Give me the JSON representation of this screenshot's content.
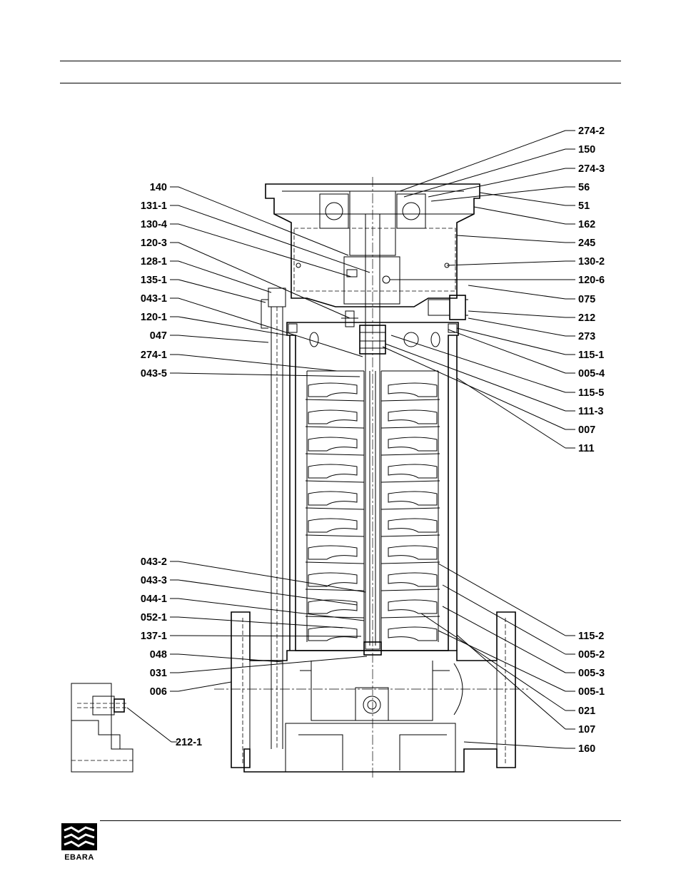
{
  "brand": {
    "logo_text": "EBARA"
  },
  "labels_left": [
    "140",
    "131-1",
    "130-4",
    "120-3",
    "128-1",
    "135-1",
    "043-1",
    "120-1",
    "047",
    "274-1",
    "043-5"
  ],
  "labels_left_lower": [
    "043-2",
    "043-3",
    "044-1",
    "052-1",
    "137-1",
    "048",
    "031",
    "006"
  ],
  "labels_right": [
    "274-2",
    "150",
    "274-3",
    "56",
    "51",
    "162",
    "245",
    "130-2",
    "120-6",
    "075",
    "212",
    "273",
    "115-1",
    "005-4",
    "115-5",
    "111-3",
    "007",
    "111"
  ],
  "labels_right_lower": [
    "115-2",
    "005-2",
    "005-3",
    "005-1",
    "021",
    "107",
    "160"
  ],
  "label_inset": "212-1"
}
